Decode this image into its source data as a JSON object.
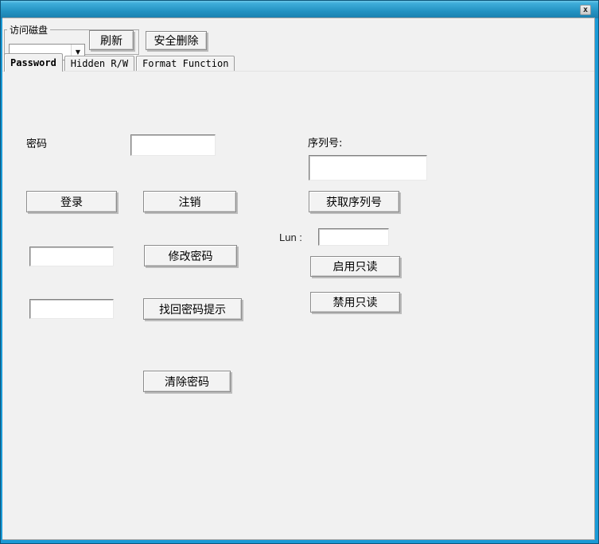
{
  "window": {
    "close_glyph": "x"
  },
  "colors": {
    "titlebar_top": "#55bde6",
    "titlebar_bottom": "#1b7fae",
    "window_border": "#1a9ad6",
    "client_bg": "#f1f1f1"
  },
  "access_disk": {
    "group_title": "访问磁盘",
    "disk_combo_value": "",
    "dropdown_icon": "▼",
    "refresh_button": "刷新"
  },
  "toolbar": {
    "safe_remove_button": "安全删除"
  },
  "tabs": [
    {
      "label": "Password",
      "active": true
    },
    {
      "label": "Hidden R/W",
      "active": false
    },
    {
      "label": "Format Function",
      "active": false
    }
  ],
  "password_tab": {
    "password_label": "密码",
    "password_value": "",
    "serial_label": "序列号:",
    "serial_value": "",
    "login_button": "登录",
    "logout_button": "注销",
    "get_serial_button": "获取序列号",
    "change_password_value": "",
    "change_password_button": "修改密码",
    "lun_label": "Lun :",
    "lun_value": "",
    "enable_readonly_button": "启用只读",
    "hint_value": "",
    "retrieve_hint_button": "找回密码提示",
    "disable_readonly_button": "禁用只读",
    "clear_password_button": "清除密码"
  }
}
